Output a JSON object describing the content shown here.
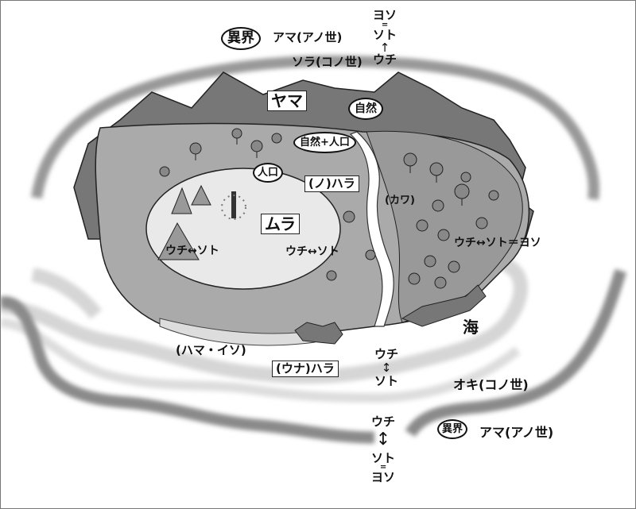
{
  "labels": {
    "ikai_top": "異界",
    "ama_top": "アマ(アノ世)",
    "yoso_top": "ヨソ",
    "eq_top": "=",
    "soto_top": "ソト",
    "arrow_top": "↑",
    "uchi_top": "ウチ",
    "sora": "ソラ(コノ世)",
    "yama": "ヤマ",
    "shizen": "自然",
    "shizen_jinko": "自然+人口",
    "jinko": "人口",
    "no_hara": "(ノ)ハラ",
    "kawa": "(カワ)",
    "mura": "ムラ",
    "uchi_soto_village": "ウチ↔ソト",
    "uchi_soto_field": "ウチ↔ソト",
    "uchi_soto_yoso_right": "ウチ↔ソト＝ヨソ",
    "umi": "海",
    "hama_iso": "(ハマ・イソ)",
    "una_hara": "(ウナ)ハラ",
    "uchi_sea1": "ウチ",
    "arrow_sea1": "↕",
    "soto_sea1": "ソト",
    "oki": "オキ(コノ世)",
    "uchi_sea2": "ウチ",
    "arrow_sea2": "↕",
    "soto_sea2": "ソト",
    "eq_sea2": "=",
    "yoso_sea2": "ヨソ",
    "ikai_bottom": "異界",
    "ama_bottom": "アマ(アノ世)"
  }
}
